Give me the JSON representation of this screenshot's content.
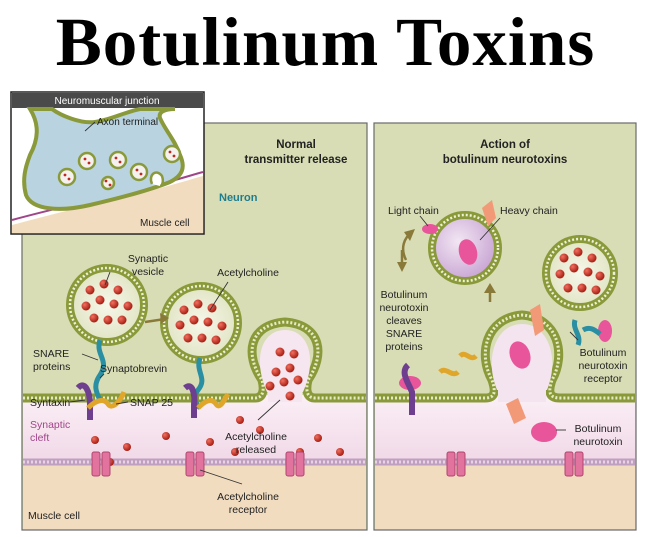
{
  "title": "Botulinum Toxins",
  "inset": {
    "header": "Neuromuscular junction",
    "axon_terminal": "Axon terminal",
    "muscle_cell": "Muscle cell"
  },
  "left_panel": {
    "heading_line1": "Normal",
    "heading_line2": "transmitter release",
    "neuron": "Neuron",
    "synaptic_vesicle_line1": "Synaptic",
    "synaptic_vesicle_line2": "vesicle",
    "acetylcholine": "Acetylcholine",
    "snare_line1": "SNARE",
    "snare_line2": "proteins",
    "synaptobrevin": "Synaptobrevin",
    "syntaxin": "Syntaxin",
    "snap25": "SNAP 25",
    "synaptic_cleft_line1": "Synaptic",
    "synaptic_cleft_line2": "cleft",
    "ach_released_line1": "Acetylcholine",
    "ach_released_line2": "released",
    "ach_receptor_line1": "Acetylcholine",
    "ach_receptor_line2": "receptor",
    "muscle_cell": "Muscle cell"
  },
  "right_panel": {
    "heading_line1": "Action of",
    "heading_line2": "botulinum neurotoxins",
    "light_chain": "Light chain",
    "heavy_chain": "Heavy chain",
    "cleaves_line1": "Botulinum",
    "cleaves_line2": "neurotoxin",
    "cleaves_line3": "cleaves",
    "cleaves_line4": "SNARE",
    "cleaves_line5": "proteins",
    "receptor_line1": "Botulinum",
    "receptor_line2": "neurotoxin",
    "receptor_line3": "receptor",
    "toxin_line1": "Botulinum",
    "toxin_line2": "neurotoxin"
  },
  "colors": {
    "neuron_fill": "#d8ddb5",
    "cleft_fill": "#f6e3ee",
    "muscle_fill": "#f2dcc0",
    "membrane": "#8a9a3a",
    "vesicle_inside": "#eef0dc",
    "ach_dot": "#c0281e",
    "toxin": "#e8559a",
    "teal": "#2b8fa3",
    "purple": "#6f3f8f",
    "gold": "#e0a62a",
    "receptor": "#e2739e"
  }
}
